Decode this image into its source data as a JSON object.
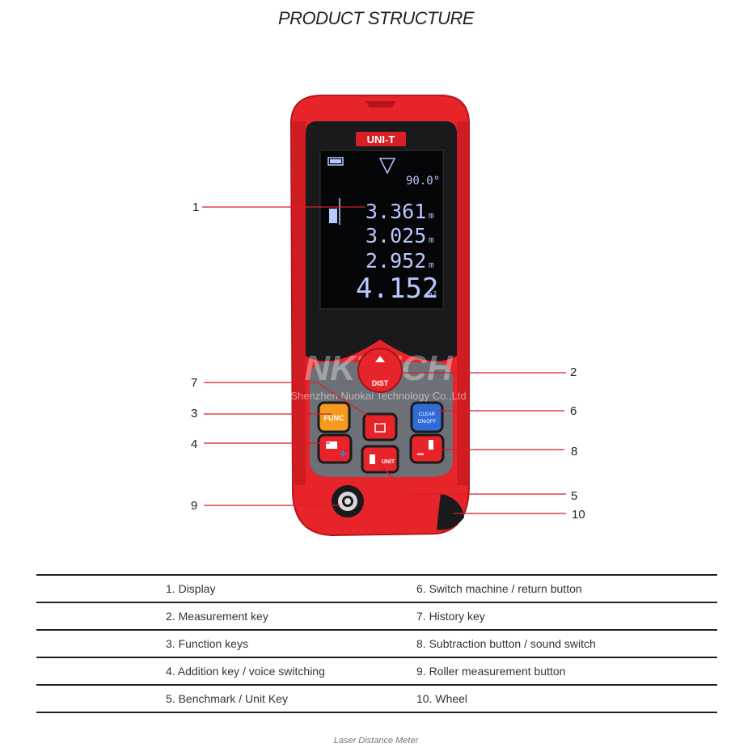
{
  "title": "PRODUCT STRUCTURE",
  "device": {
    "brand": "UNI-T",
    "watermark": "NKTECH",
    "watermark_sub": "Shenzhen Nuokai Technology Co.,Ltd",
    "screen": {
      "angle": "90.0°",
      "line1": "3.361",
      "unit1": "m",
      "line2": "3.025",
      "unit2": "m",
      "line3": "2.952",
      "unit3": "m",
      "line4": "4.152",
      "unit4": "m²"
    },
    "keys": {
      "dist": "DIST",
      "func": "FUNC",
      "clear": "CLEAR",
      "onoff": "ON/OFF",
      "unit": "UNIT",
      "plus": "+",
      "minus": "−"
    }
  },
  "callouts": [
    "1",
    "2",
    "3",
    "4",
    "5",
    "6",
    "7",
    "8",
    "9",
    "10"
  ],
  "legend": [
    [
      "1. Display",
      "6. Switch machine / return button"
    ],
    [
      "2. Measurement key",
      "7. History key"
    ],
    [
      "3. Function keys",
      "8. Subtraction button / sound switch"
    ],
    [
      "4. Addition key / voice switching",
      "9. Roller measurement button"
    ],
    [
      "5. Benchmark / Unit Key",
      "10. Wheel"
    ]
  ],
  "footer": "Laser Distance Meter",
  "colors": {
    "body_red": "#e8242b",
    "func_orange": "#f39a1f",
    "clear_blue": "#2f6cd8",
    "plus_blue": "#3b7de0",
    "line_red": "#d81f26"
  }
}
